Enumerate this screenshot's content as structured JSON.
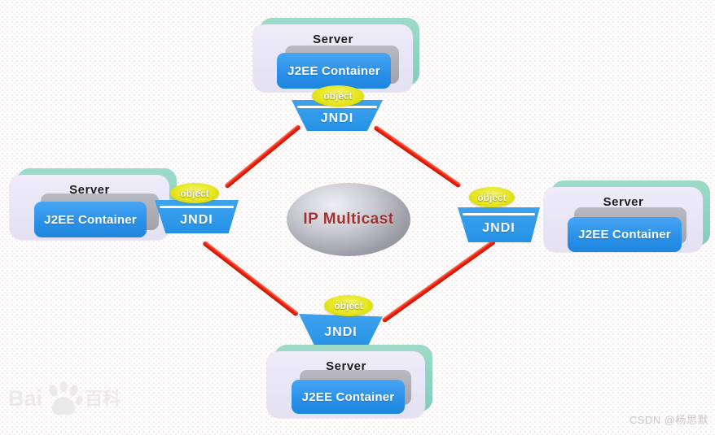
{
  "servers": {
    "top": {
      "title": "Server",
      "container": "J2EE Container",
      "jndi": "JNDI",
      "object": "object"
    },
    "left": {
      "title": "Server",
      "container": "J2EE Container",
      "jndi": "JNDI",
      "object": "object"
    },
    "right": {
      "title": "Server",
      "container": "J2EE Container",
      "jndi": "JNDI",
      "object": "object"
    },
    "bottom": {
      "title": "Server",
      "container": "J2EE Container",
      "jndi": "JNDI",
      "object": "object"
    }
  },
  "center": {
    "label": "IP Multicast"
  },
  "watermarks": {
    "baidu_prefix": "Bai",
    "baidu_suffix": "百科",
    "csdn": "CSDN @杨思默"
  },
  "colors": {
    "server_shadow_teal": "#8FD2C2",
    "panel_lavender": "#E7E5F5",
    "container_blue": "#2E96EE",
    "container_shadow_gray": "#A9A9B1",
    "funnel_blue": "#2B97E8",
    "object_yellow": "#E0E000",
    "link_red": "#E41B0B",
    "multicast_gray": "#9D9DA7",
    "multicast_text": "#A33030"
  }
}
